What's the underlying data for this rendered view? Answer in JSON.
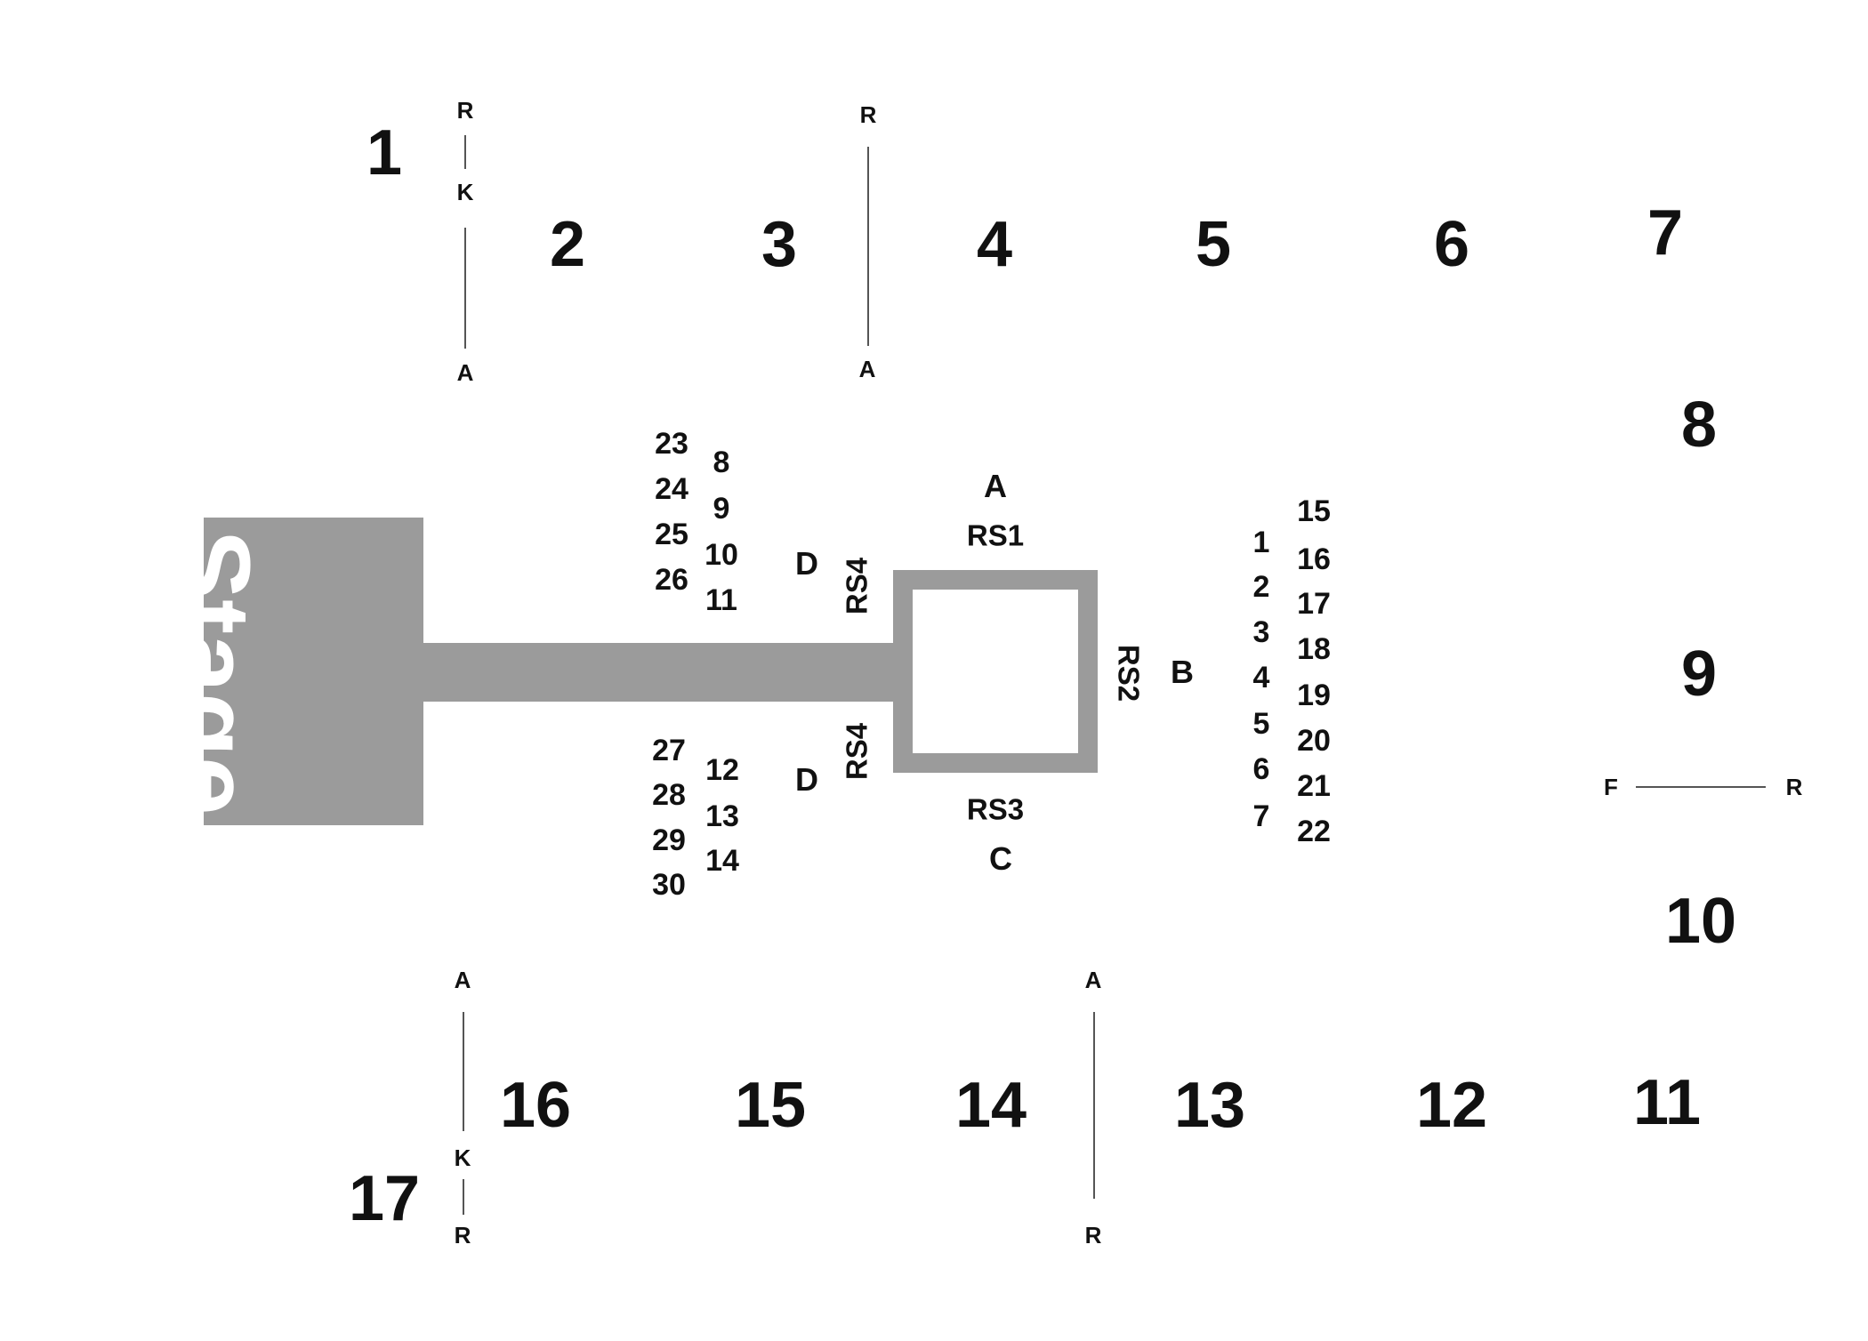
{
  "sections_top": [
    "1",
    "2",
    "3",
    "4",
    "5",
    "6",
    "7"
  ],
  "sections_right": [
    "8",
    "9",
    "10"
  ],
  "sections_bottom": [
    "11",
    "12",
    "13",
    "14",
    "15",
    "16",
    "17"
  ],
  "row_markers": {
    "top_left": {
      "top": "R",
      "middle": "K",
      "bottom": "A"
    },
    "top_center": {
      "top": "R",
      "bottom": "A"
    },
    "bottom_left": {
      "top": "A",
      "middle": "K",
      "bottom": "R"
    },
    "bottom_center": {
      "top": "A",
      "bottom": "R"
    },
    "right": {
      "left": "F",
      "right": "R"
    }
  },
  "stage": {
    "label": "Stage"
  },
  "ring": {
    "zones": {
      "a": "A",
      "b": "B",
      "c": "C",
      "d_top": "D",
      "d_bottom": "D"
    },
    "rs": {
      "rs1": "RS1",
      "rs2": "RS2",
      "rs3": "RS3",
      "rs4_top": "RS4",
      "rs4_bottom": "RS4"
    }
  },
  "floor_seats": {
    "upper_left_outer": [
      "23",
      "24",
      "25",
      "26"
    ],
    "upper_left_inner": [
      "8",
      "9",
      "10",
      "11"
    ],
    "lower_left_outer": [
      "27",
      "28",
      "29",
      "30"
    ],
    "lower_left_inner": [
      "12",
      "13",
      "14"
    ],
    "right_inner": [
      "1",
      "2",
      "3",
      "4",
      "5",
      "6",
      "7"
    ],
    "right_outer": [
      "15",
      "16",
      "17",
      "18",
      "19",
      "20",
      "21",
      "22"
    ]
  },
  "colors": {
    "stage_gray": "#9b9b9b",
    "line": "#555555",
    "text": "#111111"
  }
}
